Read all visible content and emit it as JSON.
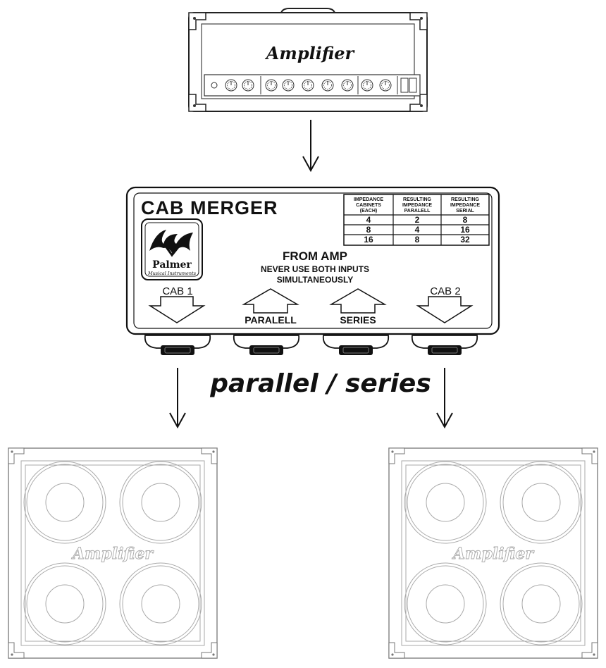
{
  "amplifier": {
    "brand": "Amplifier"
  },
  "merger": {
    "title": "CAB MERGER",
    "logo": {
      "name": "Palmer",
      "subtitle": "Musical Instruments"
    },
    "from_amp": "FROM AMP",
    "warning_line1": "NEVER USE BOTH INPUTS",
    "warning_line2": "SIMULTANEOUSLY",
    "cab1": "CAB 1",
    "cab2": "CAB 2",
    "parallel_label": "PARALELL",
    "series_label": "SERIES",
    "table": {
      "headers": [
        [
          "IMPEDANCE",
          "CABINETS",
          "(EACH)"
        ],
        [
          "RESULTING",
          "IMPEDANCE",
          "PARALELL"
        ],
        [
          "RESULTING",
          "IMPEDANCE",
          "SERIAL"
        ]
      ],
      "rows": [
        [
          "4",
          "2",
          "8"
        ],
        [
          "8",
          "4",
          "16"
        ],
        [
          "16",
          "8",
          "32"
        ]
      ]
    }
  },
  "caption": "parallel / series",
  "cabinets": [
    {
      "brand": "Amplifier"
    },
    {
      "brand": "Amplifier"
    }
  ],
  "colors": {
    "line": "#111111",
    "light_line": "#bbbbbb",
    "background": "#ffffff"
  }
}
